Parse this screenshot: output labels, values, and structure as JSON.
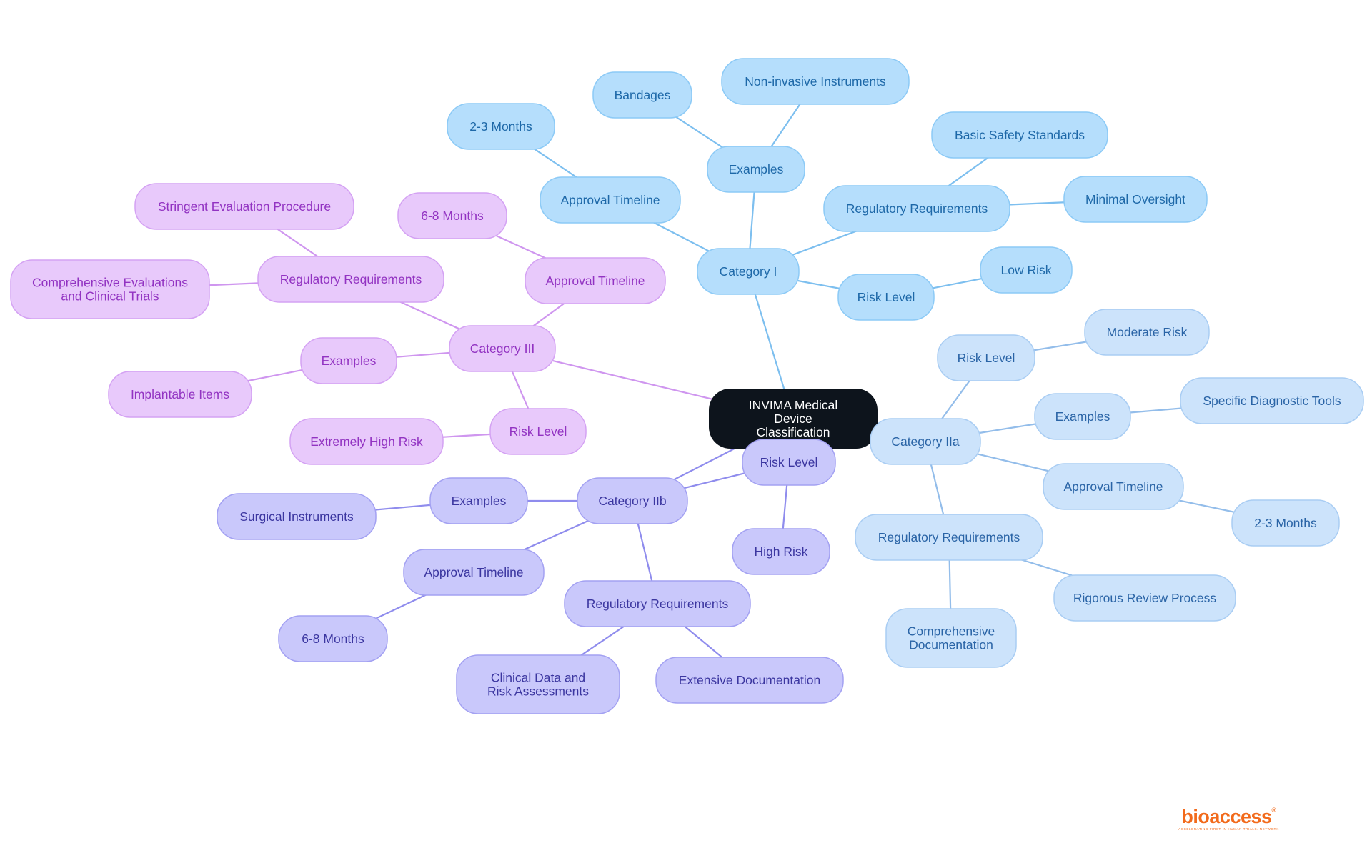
{
  "colors": {
    "root_fill": "#0d141c",
    "root_text": "#ffffff",
    "cat1": {
      "fill": "#b5defc",
      "stroke": "#8ccaf6",
      "text": "#1d68a8",
      "line": "#7dbfef"
    },
    "cat2a": {
      "fill": "#cce3fb",
      "stroke": "#a9cdf3",
      "text": "#2a64a6",
      "line": "#93bdea"
    },
    "cat2b": {
      "fill": "#c9c8fb",
      "stroke": "#a3a1f2",
      "text": "#3b36a0",
      "line": "#8f8ced"
    },
    "cat3": {
      "fill": "#e8c9fb",
      "stroke": "#d4a2f3",
      "text": "#9233c2",
      "line": "#cf96ef"
    },
    "logo": "#f26a1b"
  },
  "root": {
    "label": "INVIMA Medical Device Classification"
  },
  "categories": [
    {
      "id": "cat1",
      "label": "Category I",
      "children": [
        {
          "label": "Examples",
          "children": [
            {
              "label": "Bandages"
            },
            {
              "label": "Non-invasive Instruments"
            }
          ]
        },
        {
          "label": "Approval Timeline",
          "children": [
            {
              "label": "2-3 Months"
            }
          ]
        },
        {
          "label": "Regulatory Requirements",
          "children": [
            {
              "label": "Basic Safety Standards"
            },
            {
              "label": "Minimal Oversight"
            }
          ]
        },
        {
          "label": "Risk Level",
          "children": [
            {
              "label": "Low Risk"
            }
          ]
        }
      ]
    },
    {
      "id": "cat2a",
      "label": "Category IIa",
      "children": [
        {
          "label": "Risk Level",
          "children": [
            {
              "label": "Moderate Risk"
            }
          ]
        },
        {
          "label": "Examples",
          "children": [
            {
              "label": "Specific Diagnostic Tools"
            }
          ]
        },
        {
          "label": "Approval Timeline",
          "children": [
            {
              "label": "2-3 Months"
            }
          ]
        },
        {
          "label": "Regulatory Requirements",
          "children": [
            {
              "label": "Comprehensive Documentation"
            },
            {
              "label": "Rigorous Review Process"
            }
          ]
        }
      ]
    },
    {
      "id": "cat2b",
      "label": "Category IIb",
      "children": [
        {
          "label": "Risk Level",
          "children": [
            {
              "label": "High Risk"
            }
          ]
        },
        {
          "label": "Examples",
          "children": [
            {
              "label": "Surgical Instruments"
            }
          ]
        },
        {
          "label": "Approval Timeline",
          "children": [
            {
              "label": "6-8 Months"
            }
          ]
        },
        {
          "label": "Regulatory Requirements",
          "children": [
            {
              "label": "Clinical Data and Risk Assessments"
            },
            {
              "label": "Extensive Documentation"
            }
          ]
        }
      ]
    },
    {
      "id": "cat3",
      "label": "Category III",
      "children": [
        {
          "label": "Regulatory Requirements",
          "children": [
            {
              "label": "Stringent Evaluation Procedure"
            },
            {
              "label": "Comprehensive Evaluations and Clinical Trials"
            }
          ]
        },
        {
          "label": "Approval Timeline",
          "children": [
            {
              "label": "6-8 Months"
            }
          ]
        },
        {
          "label": "Examples",
          "children": [
            {
              "label": "Implantable Items"
            }
          ]
        },
        {
          "label": "Risk Level",
          "children": [
            {
              "label": "Extremely High Risk"
            }
          ]
        }
      ]
    }
  ],
  "logo": {
    "wordmark": "bioaccess",
    "registered": "®",
    "tagline": "ACCELERATING FIRST-IN-HUMAN TRIALS. NETWORK"
  }
}
